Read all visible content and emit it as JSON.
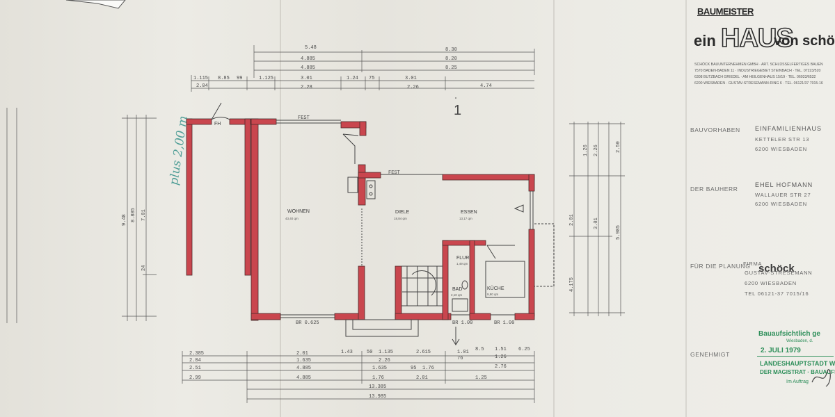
{
  "title_block": {
    "brand_top": "BAUMEISTER",
    "brand_ein": "ein",
    "brand_haus": "HAUS",
    "brand_von": "von schöck",
    "company_lines": [
      "SCHÖCK BAUUNTERNEHMEN GMBH · ART. SCHLÜSSELFERTIGES BAUEN",
      "7570 BADEN-BADEN 11 · INDUSTRIEGEBIET STEINBACH · TEL. 07223/520",
      "6308 BUTZBACH GRIEDEL · AM HEILGENHAUS 15/19 · TEL. 06033/6532",
      "6200 WIESBADEN · GUSTAV-STRESEMANN-RING 6 · TEL. 06121/37 7015-16"
    ],
    "bauvorhaben_label": "BAUVORHABEN",
    "bauvorhaben_value": "EINFAMILIENHAUS",
    "bauvorhaben_addr1": "KETTELER STR 13",
    "bauvorhaben_addr2": "6200 WIESBADEN",
    "bauherr_label": "DER BAUHERR",
    "bauherr_value": "EHEL HOFMANN",
    "bauherr_addr1": "WALLAUER STR 27",
    "bauherr_addr2": "6200 WIESBADEN",
    "planung_label": "FÜR DIE PLANUNG",
    "planung_stamp": "schöck",
    "planung_firma": "FIRMA",
    "planung_value": "GUSTAV-STRESEMANN",
    "planung_city": "6200 WIESBADEN",
    "planung_tel": "TEL 06121-37 7015/16",
    "genehmigt_label": "GENEHMIGT",
    "approval_title": "Bauaufsichtlich ge",
    "approval_place": "Wiesbaden, d.",
    "approval_date": "2. JULI 1979",
    "approval_authority": "LANDESHAUPTSTADT WIE",
    "approval_office": "DER MAGISTRAT · BAUAUFS",
    "approval_auftrag": "Im Auftrag"
  },
  "plan": {
    "sheet_number": "1",
    "handwriting": "plus 2,00 m",
    "rooms": [
      {
        "label": "WOHNEN",
        "area": "43,40 qm"
      },
      {
        "label": "DIELE",
        "area": "18,84 qm"
      },
      {
        "label": "ESSEN",
        "area": "13,17 qm"
      },
      {
        "label": "KÜCHE",
        "area": "9,90 qm"
      },
      {
        "label": "BAD",
        "area": "2,10 qm"
      },
      {
        "label": "FLUR",
        "area": "1,49 qm"
      },
      {
        "label": "FH",
        "area": ""
      }
    ],
    "window_labels": {
      "fest_top": "FEST",
      "fest_mid": "FEST",
      "br_left": "BR 0.625",
      "br_bad": "BR 1.00",
      "br_kuche": "BR 1.00"
    },
    "top_dims_row1": [
      "5.48",
      "8.30"
    ],
    "top_dims_row2": [
      "4.885",
      "8.20"
    ],
    "top_dims_row3": [
      "4.885",
      "8.25"
    ],
    "top_dims_row4": [
      "1.115",
      "8.85",
      "99",
      "1.125",
      "3.01",
      "1.24",
      "75",
      "3.01",
      "4.74"
    ],
    "top_dims_row5": [
      "2.04",
      "2.28",
      "2.26"
    ],
    "bottom_dims_row1": [
      "2.385",
      "2.01",
      "1.43",
      "50",
      "1.135",
      "2.615",
      "1.01",
      "8.5",
      "1.51",
      "6.25"
    ],
    "bottom_dims_row2": [
      "2.04",
      "1.635",
      "2.26",
      "76",
      "1.26"
    ],
    "bottom_dims_row3": [
      "2.51",
      "4.885",
      "1.635",
      "95",
      "1.76",
      "2.76"
    ],
    "bottom_dims_row4": [
      "2.99",
      "4.885",
      "1.76",
      "2.01",
      "1.25"
    ],
    "bottom_dims_row5": [
      "13.385"
    ],
    "bottom_dims_row6": [
      "13.985"
    ],
    "left_dims": [
      "9.48",
      "8.885",
      "7.01",
      "24"
    ],
    "right_dims": [
      "1.26",
      "3.01",
      "5.985",
      "4.175",
      "2.01",
      "2.50",
      "2.26"
    ]
  }
}
